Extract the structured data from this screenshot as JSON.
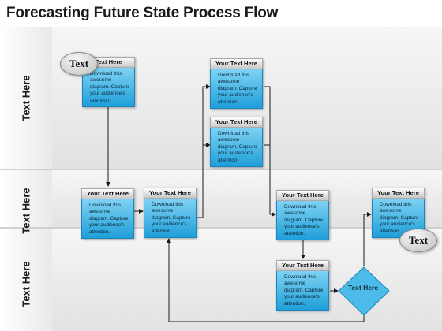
{
  "title": "Forecasting Future State Process Flow",
  "lanes": [
    {
      "label": "Text Here"
    },
    {
      "label": "Text Here"
    },
    {
      "label": "Text Here"
    }
  ],
  "cards": [
    {
      "title": "Text Here",
      "body": "Download this awesome diagram. Capture your audience's attention."
    },
    {
      "title": "Your Text Here",
      "body": "Download this awesome diagram. Capture your audience's attention."
    },
    {
      "title": "Your Text Here",
      "body": "Download this awesome diagram. Capture your audience's attention."
    },
    {
      "title": "Your Text Here",
      "body": "Download this awesome diagram. Capture your audience's attention."
    },
    {
      "title": "Your Text Here",
      "body": "Download this awesome diagram. Capture your audience's attention."
    },
    {
      "title": "Your Text Here",
      "body": "Download this awesome diagram. Capture your audience's attention."
    },
    {
      "title": "Your Text Here",
      "body": "Download this awesome diagram. Capture your audience's attention."
    },
    {
      "title": "Your Text Here",
      "body": "Download this awesome diagram. Capture your audience's attention."
    }
  ],
  "decision": {
    "label": "Text Here"
  },
  "callouts": [
    {
      "label": "Text"
    },
    {
      "label": "Text"
    }
  ],
  "colors": {
    "box_top": "#7fd2f3",
    "box_bottom": "#1f9fd9",
    "arrow": "#1a1a1a"
  }
}
